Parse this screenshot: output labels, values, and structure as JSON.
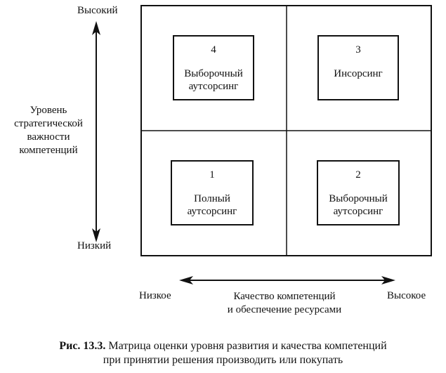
{
  "y_axis": {
    "high_label": "Высокий",
    "low_label": "Низкий",
    "title_lines": [
      "Уровень",
      "стратегической",
      "важности",
      "компетенций"
    ]
  },
  "x_axis": {
    "low_label": "Низкое",
    "high_label": "Высокое",
    "title_lines": [
      "Качество компетенций",
      "и обеспечение ресурсами"
    ]
  },
  "quadrants": [
    {
      "number": "4",
      "lines": [
        "Выборочный",
        "аутсорсинг"
      ]
    },
    {
      "number": "3",
      "lines": [
        "Инсорсинг"
      ]
    },
    {
      "number": "1",
      "lines": [
        "Полный",
        "аутсорсинг"
      ]
    },
    {
      "number": "2",
      "lines": [
        "Выборочный",
        "аутсорсинг"
      ]
    }
  ],
  "caption": {
    "label": "Рис. 13.3.",
    "text_line1": "Матрица оценки уровня развития и качества компетенций",
    "text_line2": "при принятии решения производить или покупать"
  }
}
